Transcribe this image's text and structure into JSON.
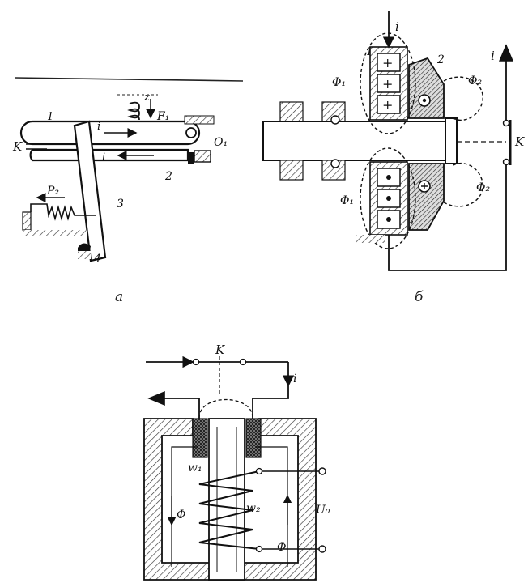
{
  "panel_a": {
    "caption": "а",
    "labels": {
      "k": "K",
      "z": "z",
      "f1": "F₁",
      "o1": "O₁",
      "i_top": "i",
      "i_bottom": "i",
      "n1": "1",
      "n2": "2",
      "n3": "3",
      "n4": "4",
      "p2": "P₂"
    }
  },
  "panel_b": {
    "caption": "б",
    "labels": {
      "i_in": "i",
      "i_out": "i",
      "n1": "1",
      "n2": "2",
      "phi1_top": "Φ₁",
      "phi2_top": "Φ₂",
      "phi1_bottom": "Φ₁",
      "phi2_bottom": "Φ₂",
      "k": "K",
      "plus": "+"
    }
  },
  "panel_c": {
    "labels": {
      "k": "K",
      "i": "i",
      "w1": "w₁",
      "w2": "w₂",
      "u0": "U₀",
      "phi_left": "Φ",
      "phi_right": "Φ"
    }
  }
}
